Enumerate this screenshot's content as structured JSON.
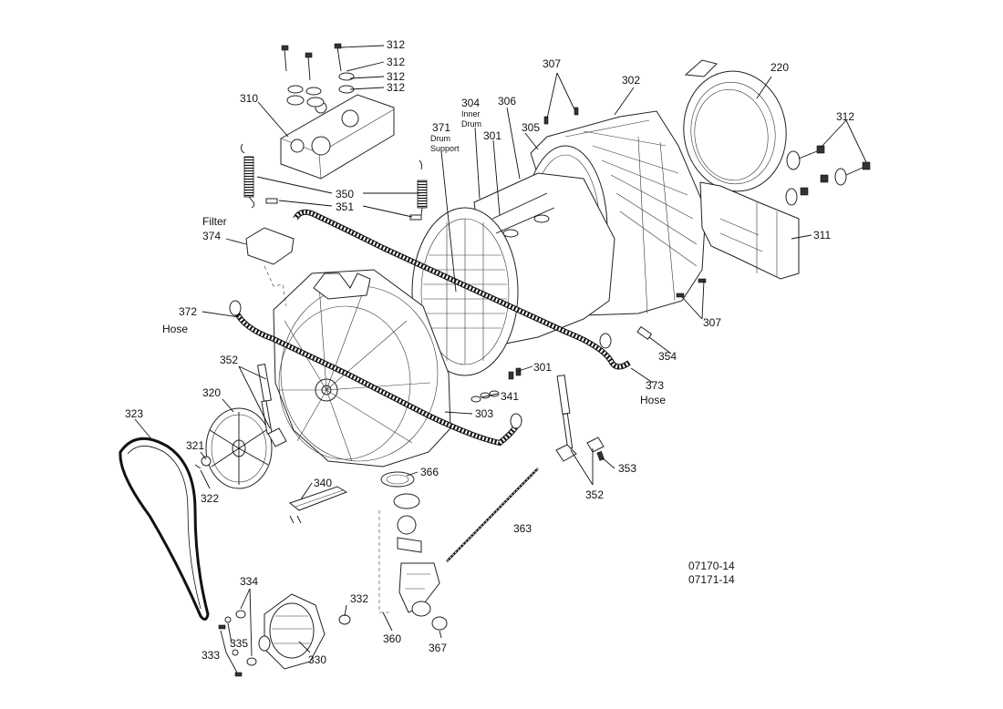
{
  "drawing_numbers": [
    "07170-14",
    "07171-14"
  ],
  "labels": {
    "p312a": "312",
    "p312b": "312",
    "p312c": "312",
    "p312d": "312",
    "p312e": "312",
    "p310": "310",
    "p307a": "307",
    "p307b": "307",
    "p302": "302",
    "p220": "220",
    "p304": "304",
    "p304_t1": "Inner",
    "p304_t2": "Drum",
    "p306": "306",
    "p305": "305",
    "p301a": "301",
    "p301b": "301",
    "p371": "371",
    "p371_t1": "Drum",
    "p371_t2": "Support",
    "p350": "350",
    "p351": "351",
    "p311": "311",
    "p374_t": "Filter",
    "p374": "374",
    "p372": "372",
    "p372_t": "Hose",
    "p354": "354",
    "p373": "373",
    "p373_t": "Hose",
    "p352a": "352",
    "p352b": "352",
    "p320": "320",
    "p323": "323",
    "p321": "321",
    "p322": "322",
    "p341": "341",
    "p303": "303",
    "p366": "366",
    "p353": "353",
    "p340": "340",
    "p363": "363",
    "p334": "334",
    "p332": "332",
    "p335": "335",
    "p333": "333",
    "p330": "330",
    "p360": "360",
    "p367": "367"
  }
}
